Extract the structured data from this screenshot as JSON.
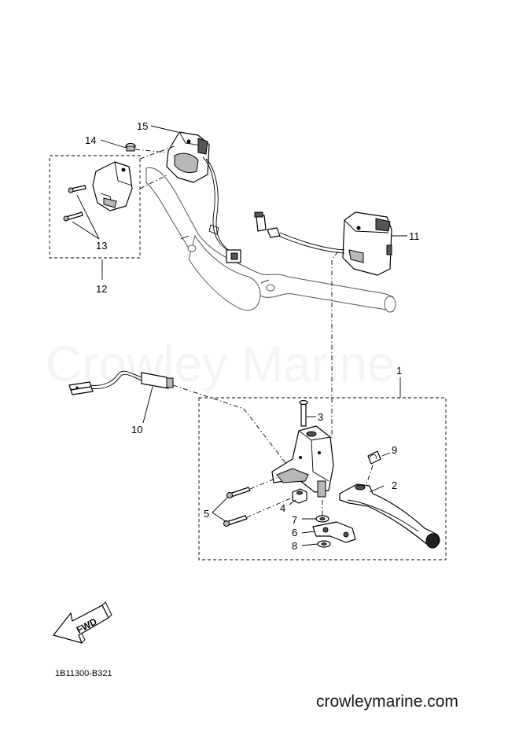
{
  "diagram": {
    "callouts": {
      "c1": "1",
      "c2": "2",
      "c3": "3",
      "c4": "4",
      "c5": "5",
      "c6": "6",
      "c7": "7",
      "c8": "8",
      "c9": "9",
      "c10": "10",
      "c11": "11",
      "c12": "12",
      "c13": "13",
      "c14": "14",
      "c15": "15"
    },
    "fwd_label": "FWD",
    "diagram_code": "1B11300-B321",
    "watermark": "Crowley Marine",
    "website": "crowleymarine.com"
  }
}
